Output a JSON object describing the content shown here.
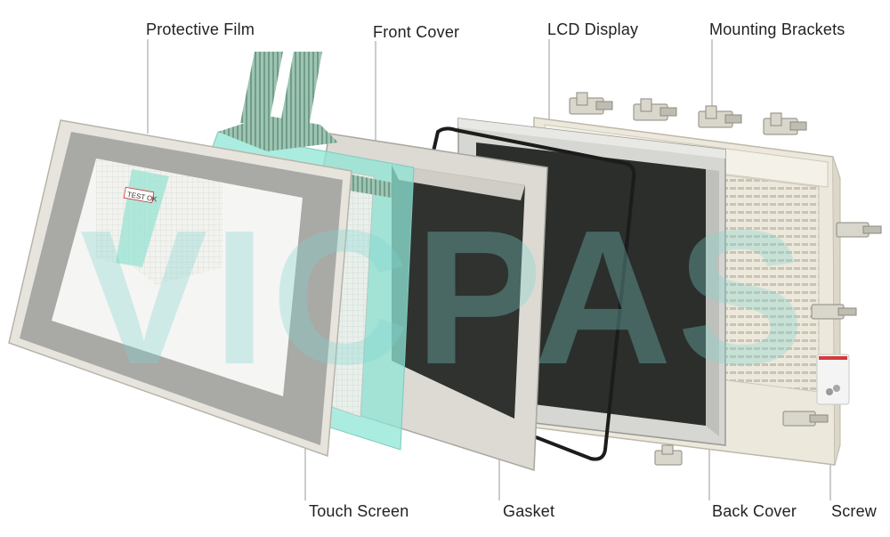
{
  "labels": {
    "protective_film": "Protective Film",
    "front_cover": "Front Cover",
    "lcd_display": "LCD Display",
    "mounting_brackets": "Mounting Brackets",
    "touch_screen": "Touch Screen",
    "gasket": "Gasket",
    "back_cover": "Back Cover",
    "screw": "Screw"
  },
  "sticker_text": "TEST OK",
  "watermark": "VICPAS",
  "colors": {
    "frame_light": "#e6e4dc",
    "frame_gray": "#a9a9a6",
    "lcd_dark": "#2b2e2b",
    "touch_glass": "#8fe6d6",
    "flex_cable": "#8fb8a6",
    "back_cover": "#ece8dc",
    "watermark": "#7ed6cf"
  }
}
